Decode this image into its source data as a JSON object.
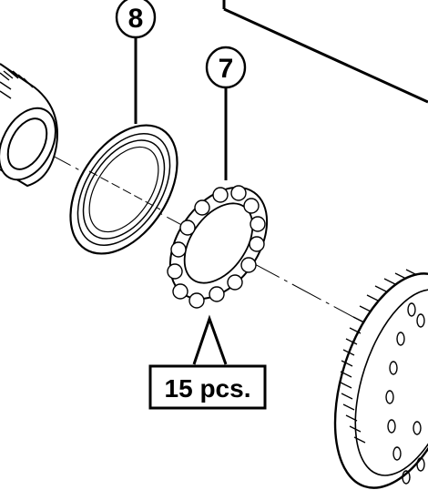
{
  "callouts": [
    {
      "id": "8",
      "label": "8"
    },
    {
      "id": "7",
      "label": "7"
    }
  ],
  "quantity_label": "15 pcs.",
  "colors": {
    "ink": "#000000",
    "paper": "#ffffff"
  }
}
